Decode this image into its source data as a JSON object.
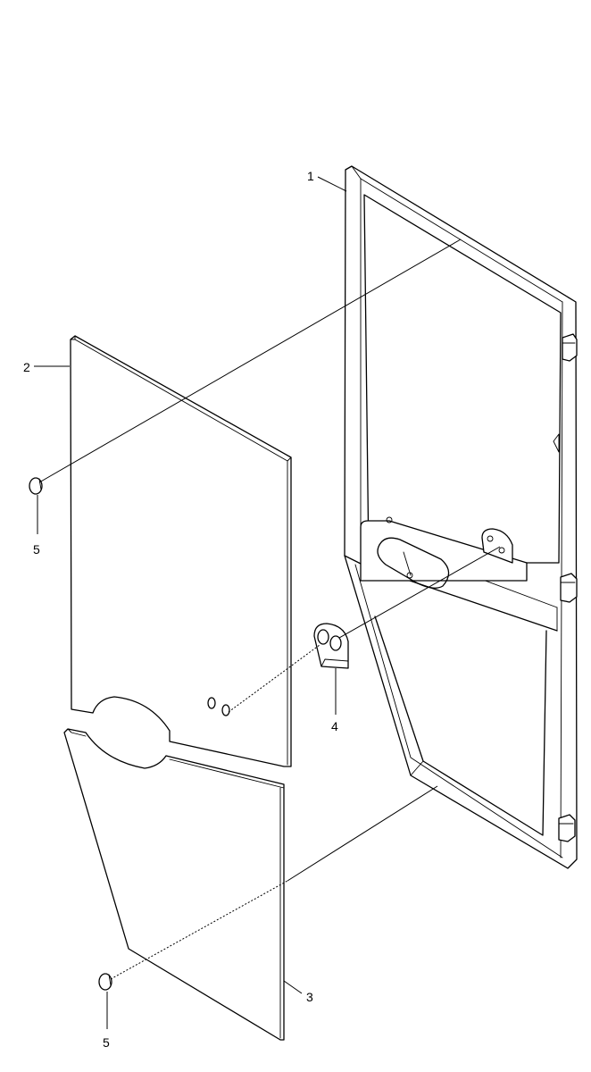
{
  "callouts": {
    "door_frame": "1",
    "upper_glass": "2",
    "lower_glass": "3",
    "hinge_plate": "4",
    "fastener_upper": "5",
    "fastener_lower": "5"
  },
  "colors": {
    "line": "#000000",
    "background": "#ffffff"
  }
}
